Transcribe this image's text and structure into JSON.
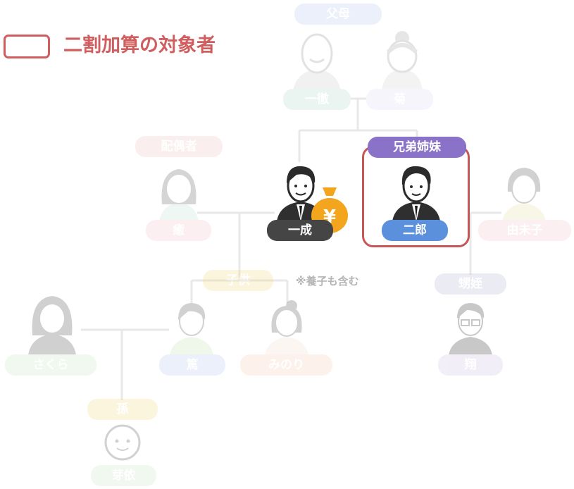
{
  "legend": {
    "label": "二割加算の対象者",
    "color": "#d05e5e"
  },
  "groups": {
    "parents": "父母",
    "spouse": "配偶者",
    "siblings": "兄弟姉妹",
    "children": "子供",
    "nephews": "甥姪",
    "grandchildren": "孫"
  },
  "note": "※養子も含む",
  "people": {
    "father": "一徹",
    "mother": "菊",
    "self": "一成",
    "sibling_main": "二郎",
    "spouse": "癒",
    "sibling_other": "由未子",
    "child_sakura": "さくら",
    "child_atsushi": "篤",
    "child_minori": "みのり",
    "nephew": "翔",
    "grandchild": "芽依"
  },
  "icons": {
    "money": "yen-money-bag-icon"
  },
  "colors": {
    "sibling_pill": "#8a72c8",
    "self_pill": "#454545",
    "sibling_name_pill": "#5b90dc",
    "highlight_border": "#c65757"
  }
}
